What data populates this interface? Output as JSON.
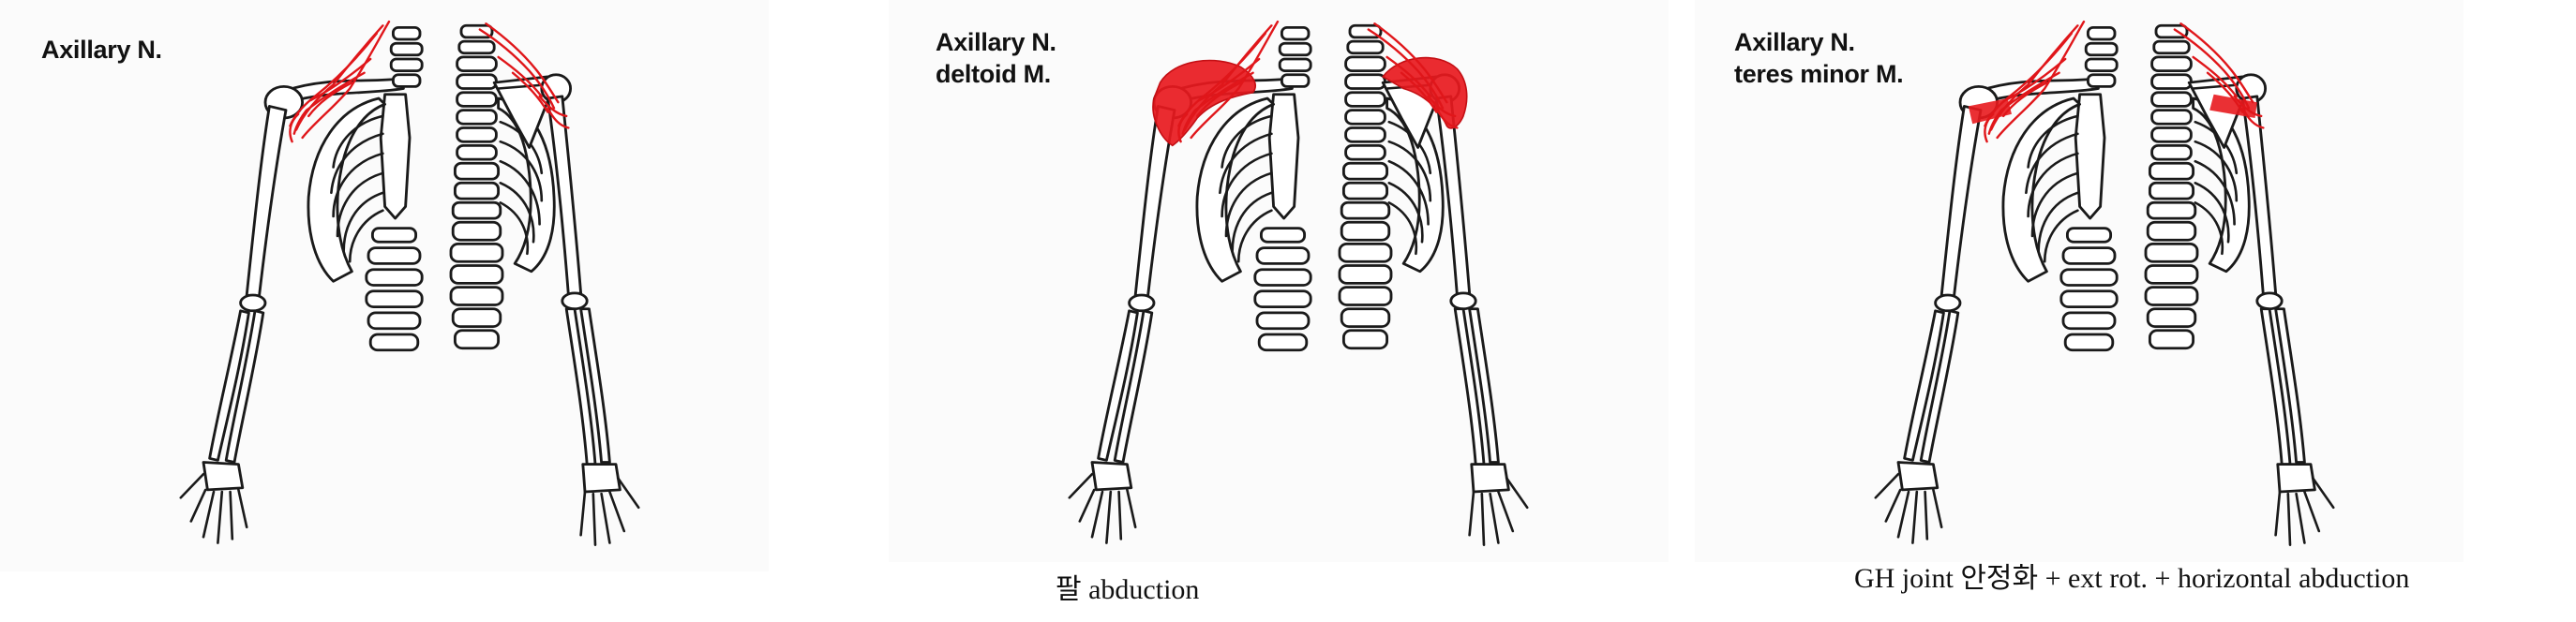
{
  "panels": [
    {
      "title_line1": "Axillary N.",
      "title_line2": "",
      "highlight": "none"
    },
    {
      "title_line1": "Axillary N.",
      "title_line2": "deltoid M.",
      "highlight": "deltoid"
    },
    {
      "title_line1": "Axillary N.",
      "title_line2": "teres minor M.",
      "highlight": "teres minor"
    }
  ],
  "captions": {
    "panel2": "팔 abduction",
    "panel3": "GH joint 안정화 + ext rot. + horizontal abduction"
  },
  "colors": {
    "nerve": "#e0161a",
    "muscle": "#e8191e",
    "bone_outline": "#1a1a1a"
  }
}
